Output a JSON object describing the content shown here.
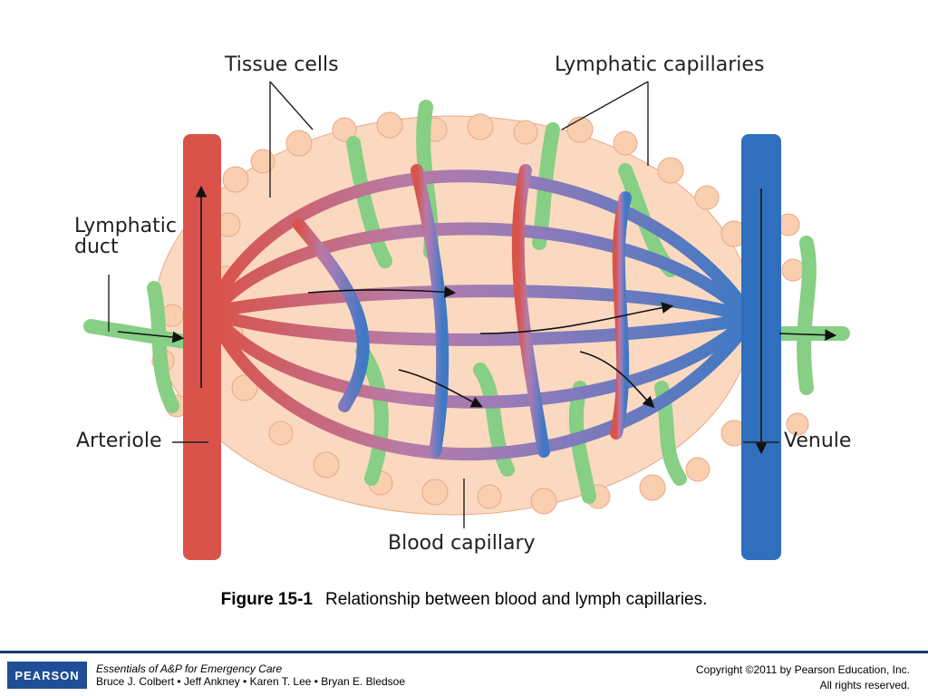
{
  "figure": {
    "labels": {
      "tissue_cells": "Tissue cells",
      "lymphatic_capillaries": "Lymphatic capillaries",
      "lymphatic_duct": "Lymphatic\nduct",
      "arteriole": "Arteriole",
      "venule": "Venule",
      "blood_capillary": "Blood capillary"
    },
    "colors": {
      "arteriole": "#d9534a",
      "capillary_mid": "#9a7bb8",
      "venule": "#2f6fbd",
      "lymph": "#8fd18a",
      "tissue": "#f7c9a8"
    }
  },
  "caption": {
    "figure_no": "Figure 15-1",
    "text": "Relationship between blood and lymph capillaries."
  },
  "footer": {
    "logo": "PEARSON",
    "book_title": "Essentials of A&P for Emergency Care",
    "authors": "Bruce J. Colbert • Jeff Ankney • Karen T. Lee • Bryan E. Bledsoe",
    "copyright": "Copyright ©2011 by Pearson Education, Inc.",
    "rights": "All rights reserved."
  }
}
